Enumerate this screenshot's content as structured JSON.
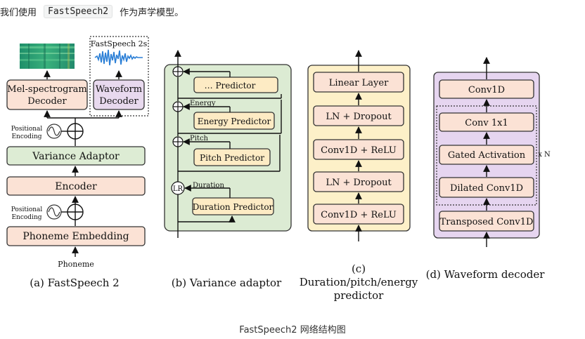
{
  "intro": {
    "prefix": "我们使用",
    "code": "FastSpeech2",
    "suffix": "作为声学模型。"
  },
  "panel_a": {
    "mel_decoder": [
      "Mel-spectrogram",
      "Decoder"
    ],
    "waveform_label": "FastSpeech 2s",
    "waveform_decoder": [
      "Waveform",
      "Decoder"
    ],
    "pos_enc_top": [
      "Positional",
      "Encoding"
    ],
    "variance_adaptor": "Variance Adaptor",
    "encoder": "Encoder",
    "pos_enc_bottom": [
      "Positional",
      "Encoding"
    ],
    "phoneme_embedding": "Phoneme Embedding",
    "input": "Phoneme",
    "caption": "(a) FastSpeech 2"
  },
  "panel_b": {
    "more_predictor": "… Predictor",
    "energy_label": "Energy",
    "energy_predictor": "Energy Predictor",
    "pitch_label": "Pitch",
    "pitch_predictor": "Pitch Predictor",
    "lr": "LR",
    "duration_label": "Duration",
    "duration_predictor": "Duration Predictor",
    "caption": "(b) Variance adaptor"
  },
  "panel_c": {
    "layers": [
      "Linear Layer",
      "LN + Dropout",
      "Conv1D + ReLU",
      "LN + Dropout",
      "Conv1D + ReLU"
    ],
    "caption": [
      "(c)",
      "Duration/pitch/energy",
      "predictor"
    ]
  },
  "panel_d": {
    "conv_top": "Conv1D",
    "conv1x1": "Conv 1x1",
    "gated": "Gated Activation",
    "dilated": "Dilated Conv1D",
    "transposed": "Transposed Conv1D",
    "repeat": "x N",
    "caption": "(d) Waveform decoder"
  },
  "figure_caption": "FastSpeech2 网络结构图",
  "colors": {
    "peach_box": "#fbe2d5",
    "green_box": "#ddecd4",
    "green_panel": "#dcebd3",
    "yellow_panel": "#fdf0c8",
    "yellow_box": "#fdebc4",
    "purple_box": "#e8d9ee",
    "purple_panel": "#e6d5f0",
    "spectrogram": "#2e9f73",
    "waveform": "#2b7fd6"
  }
}
